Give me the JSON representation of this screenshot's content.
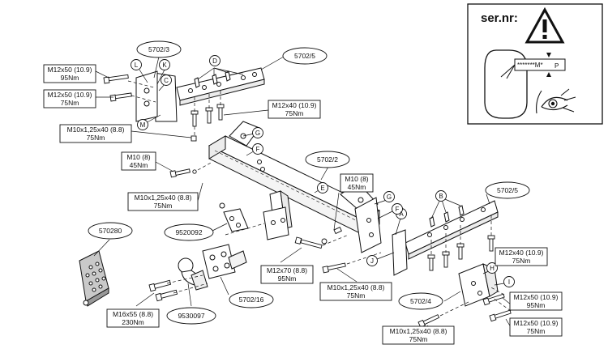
{
  "serial": {
    "title": "ser.nr:",
    "code": "*******M*",
    "plate_p": "P"
  },
  "letters": [
    "L",
    "K",
    "C",
    "D",
    "M",
    "G",
    "F",
    "E",
    "B",
    "A",
    "G",
    "F",
    "J",
    "H",
    "I"
  ],
  "specs": [
    {
      "line1": "M12x50 (10.9)",
      "line2": "95Nm"
    },
    {
      "line1": "M12x50 (10.9)",
      "line2": "75Nm"
    },
    {
      "line1": "M10x1,25x40 (8.8)",
      "line2": "75Nm"
    },
    {
      "line1": "M12x40 (10.9)",
      "line2": "75Nm"
    },
    {
      "line1": "M10 (8)",
      "line2": "45Nm"
    },
    {
      "line1": "M10x1,25x40 (8.8)",
      "line2": "75Nm"
    },
    {
      "line1": "M10 (8)",
      "line2": "45Nm"
    },
    {
      "line1": "M12x70 (8.8)",
      "line2": "95Nm"
    },
    {
      "line1": "M10x1,25x40 (8.8)",
      "line2": "75Nm"
    },
    {
      "line1": "M12x40 (10.9)",
      "line2": "75Nm"
    },
    {
      "line1": "M12x50 (10.9)",
      "line2": "95Nm"
    },
    {
      "line1": "M12x50 (10.9)",
      "line2": "75Nm"
    },
    {
      "line1": "M10x1,25x40 (8.8)",
      "line2": "75Nm"
    },
    {
      "line1": "M16x55 (8.8)",
      "line2": "230Nm"
    }
  ],
  "parts": [
    "5702/3",
    "5702/5",
    "5702/2",
    "5702/5",
    "570280",
    "9520092",
    "5702/16",
    "9530097",
    "5702/4"
  ]
}
